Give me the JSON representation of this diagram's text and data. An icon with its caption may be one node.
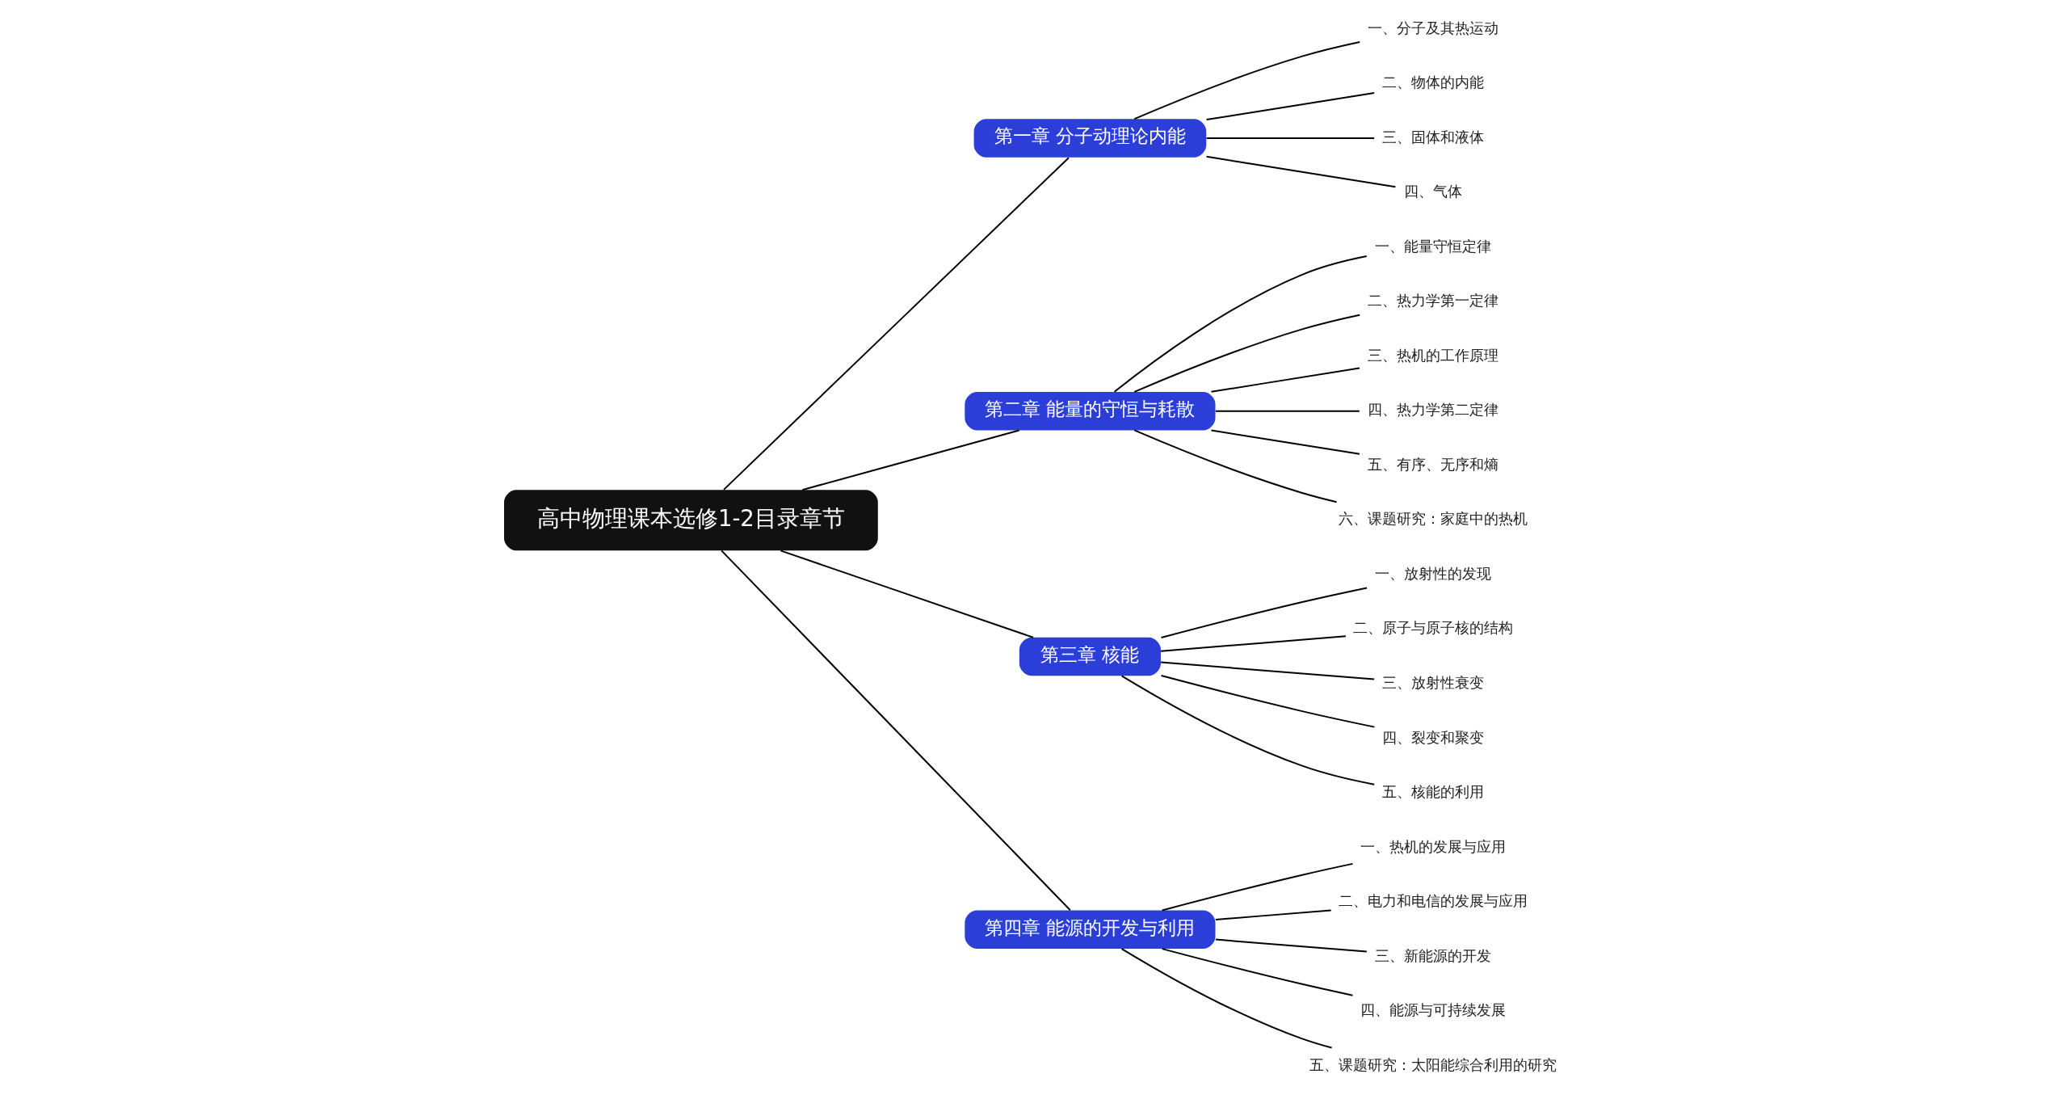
{
  "diagram": {
    "nodes": [
      {
        "text": [
          "高中物理课本选修1-2目录章节"
        ]
      },
      {
        "text": [
          "第一章 分子动理论内能"
        ]
      },
      {
        "text": [
          "一、分子及其热运动"
        ]
      },
      {
        "text": [
          "二、物体的内能"
        ]
      },
      {
        "text": [
          "三、固体和液体"
        ]
      },
      {
        "text": [
          "四、气体"
        ]
      },
      {
        "text": [
          "第二章 能量的守恒与耗散"
        ]
      },
      {
        "text": [
          "一、能量守恒定律"
        ]
      },
      {
        "text": [
          "二、热力学第一定律"
        ]
      },
      {
        "text": [
          "三、热机的工作原理"
        ]
      },
      {
        "text": [
          "四、热力学第二定律"
        ]
      },
      {
        "text": [
          "五、有序、无序和熵"
        ]
      },
      {
        "text": [
          "六、课题研究：家庭中的热机"
        ]
      },
      {
        "text": [
          "第三章 核能"
        ]
      },
      {
        "text": [
          "一、放射性的发现"
        ]
      },
      {
        "text": [
          "二、原子与原子核的结构"
        ]
      },
      {
        "text": [
          "三、放射性衰变"
        ]
      },
      {
        "text": [
          "四、裂变和聚变"
        ]
      },
      {
        "text": [
          "五、核能的利用"
        ]
      },
      {
        "text": [
          "第四章 能源的开发与利用"
        ]
      },
      {
        "text": [
          "一、热机的发展与应用"
        ]
      },
      {
        "text": [
          "二、电力和电信的发展与应用"
        ]
      },
      {
        "text": [
          "三、新能源的开发"
        ]
      },
      {
        "text": [
          "四、能源与可持续发展"
        ]
      },
      {
        "text": [
          "五、课题研究：太阳能综合利用的研究"
        ]
      }
    ],
    "edges": [
      {
        "from": 0,
        "to": 1,
        "arrow": "none"
      },
      {
        "from": 1,
        "to": 2,
        "arrow": "none"
      },
      {
        "from": 1,
        "to": 3,
        "arrow": "none"
      },
      {
        "from": 1,
        "to": 4,
        "arrow": "none"
      },
      {
        "from": 1,
        "to": 5,
        "arrow": "none"
      },
      {
        "from": 0,
        "to": 6,
        "arrow": "none"
      },
      {
        "from": 6,
        "to": 7,
        "arrow": "none"
      },
      {
        "from": 6,
        "to": 8,
        "arrow": "none"
      },
      {
        "from": 6,
        "to": 9,
        "arrow": "none"
      },
      {
        "from": 6,
        "to": 10,
        "arrow": "none"
      },
      {
        "from": 6,
        "to": 11,
        "arrow": "none"
      },
      {
        "from": 6,
        "to": 12,
        "arrow": "none"
      },
      {
        "from": 0,
        "to": 13,
        "arrow": "none"
      },
      {
        "from": 13,
        "to": 14,
        "arrow": "none"
      },
      {
        "from": 13,
        "to": 15,
        "arrow": "none"
      },
      {
        "from": 13,
        "to": 16,
        "arrow": "none"
      },
      {
        "from": 13,
        "to": 17,
        "arrow": "none"
      },
      {
        "from": 13,
        "to": 18,
        "arrow": "none"
      },
      {
        "from": 0,
        "to": 19,
        "arrow": "none"
      },
      {
        "from": 19,
        "to": 20,
        "arrow": "none"
      },
      {
        "from": 19,
        "to": 21,
        "arrow": "none"
      },
      {
        "from": 19,
        "to": 22,
        "arrow": "none"
      },
      {
        "from": 19,
        "to": 23,
        "arrow": "none"
      },
      {
        "from": 19,
        "to": 24,
        "arrow": "none"
      }
    ]
  }
}
